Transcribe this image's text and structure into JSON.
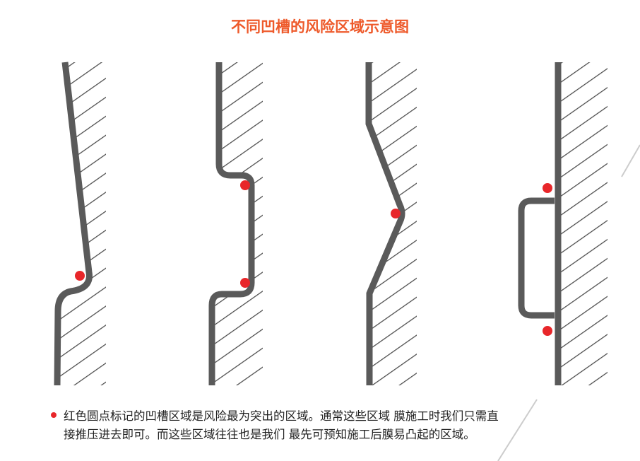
{
  "title": "不同凹槽的风险区域示意图",
  "note": {
    "line1": "红色圆点标记的凹槽区域是风险最为突出的区域。通常这些区域 膜施工时我们只需直",
    "line2": "接推压进去即可。而这些区域往往也是我们 最先可预知施工后膜易凸起的区域。"
  },
  "colors": {
    "title": "#ee5a2b",
    "profile": "#5a5a5a",
    "risk_dot": "#e8262a"
  }
}
